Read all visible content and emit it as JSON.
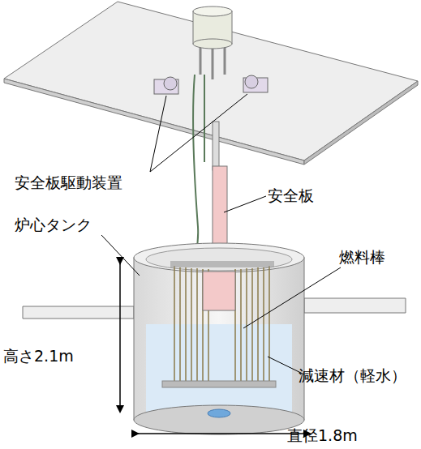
{
  "diagram": {
    "labels": [
      "安全板駆動装置",
      "安全板",
      "炉心タンク",
      "燃料棒",
      "高さ2.1m",
      "減速材（軽水）",
      "直径1.8m"
    ]
  }
}
